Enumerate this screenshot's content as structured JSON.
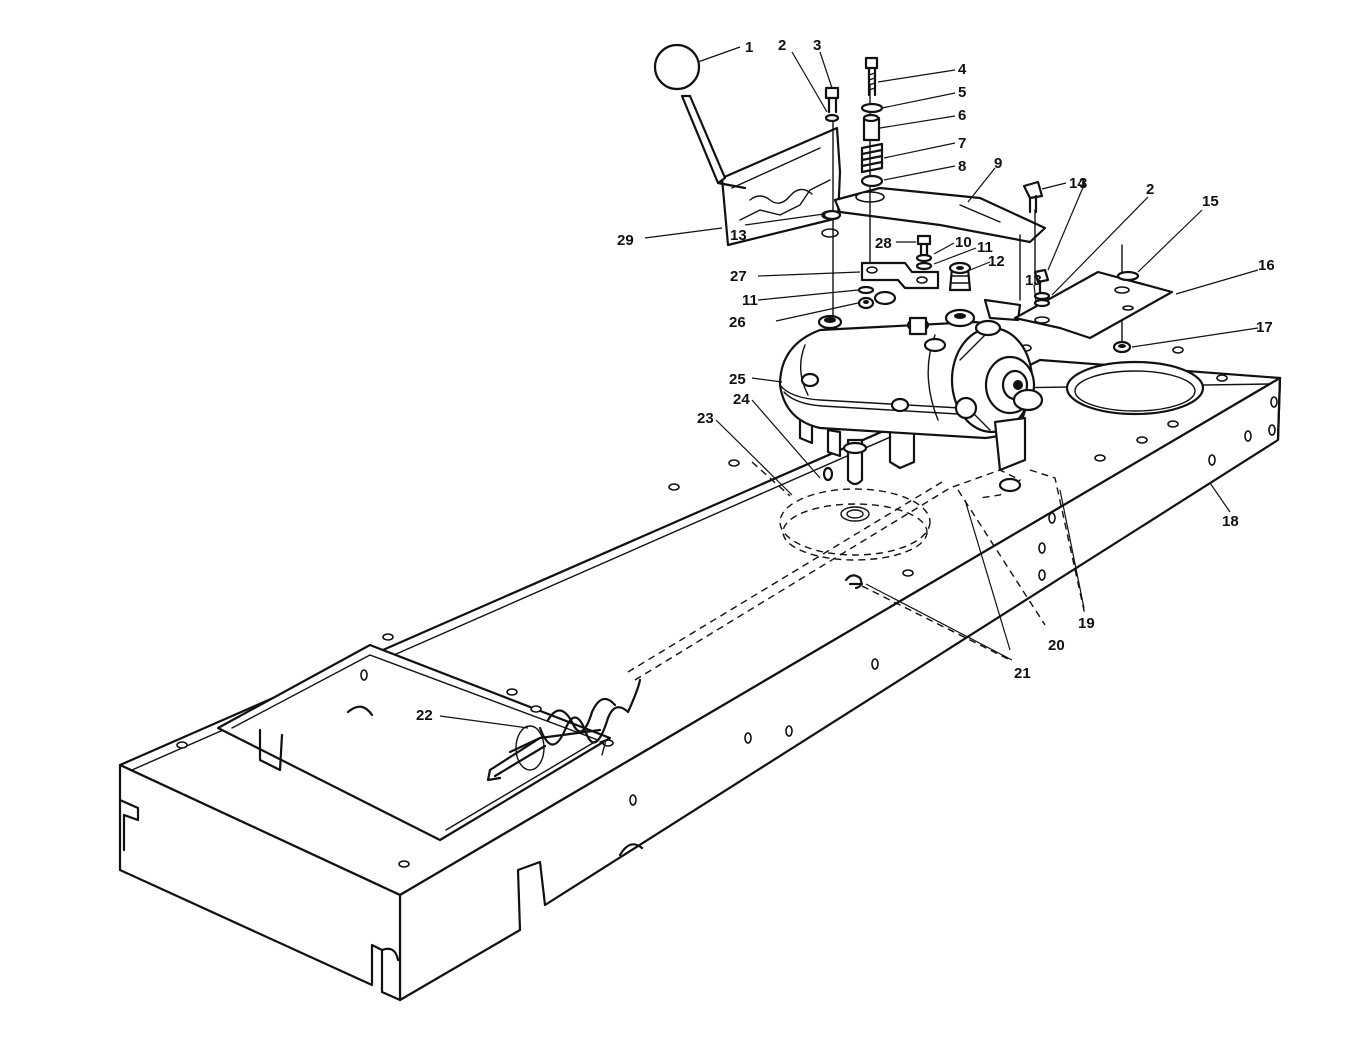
{
  "callouts": [
    {
      "n": "1"
    },
    {
      "n": "2"
    },
    {
      "n": "3"
    },
    {
      "n": "4"
    },
    {
      "n": "5"
    },
    {
      "n": "6"
    },
    {
      "n": "7"
    },
    {
      "n": "8"
    },
    {
      "n": "9"
    },
    {
      "n": "14"
    },
    {
      "n": "3"
    },
    {
      "n": "2"
    },
    {
      "n": "15"
    },
    {
      "n": "16"
    },
    {
      "n": "17"
    },
    {
      "n": "29"
    },
    {
      "n": "13"
    },
    {
      "n": "28"
    },
    {
      "n": "10"
    },
    {
      "n": "11"
    },
    {
      "n": "27"
    },
    {
      "n": "12"
    },
    {
      "n": "13"
    },
    {
      "n": "11"
    },
    {
      "n": "26"
    },
    {
      "n": "25"
    },
    {
      "n": "24"
    },
    {
      "n": "23"
    },
    {
      "n": "18"
    },
    {
      "n": "19"
    },
    {
      "n": "20"
    },
    {
      "n": "21"
    },
    {
      "n": "22"
    }
  ]
}
